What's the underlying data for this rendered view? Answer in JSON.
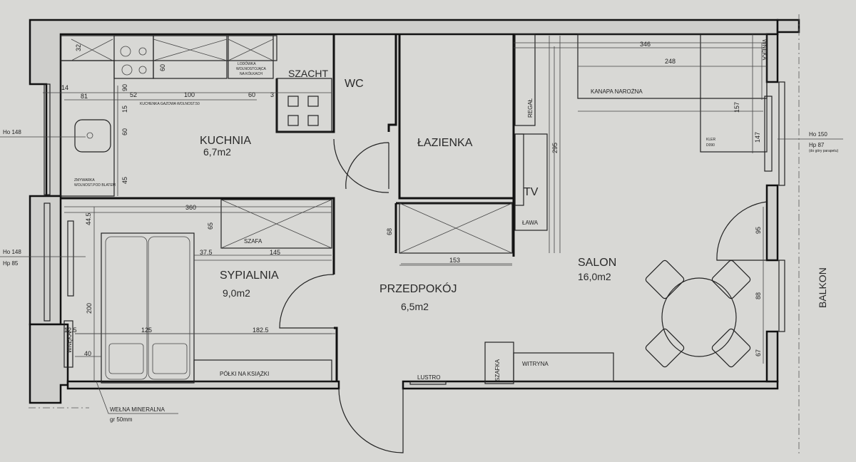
{
  "rooms": {
    "kitchen": {
      "name": "KUCHNIA",
      "area": "6,7m2"
    },
    "wc": {
      "name": "WC"
    },
    "bathroom": {
      "name": "ŁAZIENKA"
    },
    "bedroom": {
      "name": "SYPIALNIA",
      "area": "9,0m2"
    },
    "hall": {
      "name": "PRZEDPOKÓJ",
      "area": "6,5m2"
    },
    "living": {
      "name": "SALON",
      "area": "16,0m2"
    },
    "shaft": {
      "name": "SZACHT"
    },
    "balcony": {
      "name": "BALKON"
    }
  },
  "furniture": {
    "fridge": [
      "LODÓWKA",
      "WOLNOSTOJĄCA",
      "NA KÓŁKACH"
    ],
    "stove": "KUCHENKA GAZOWA WOLNOST.50",
    "dishwasher": [
      "ZMYWARKA",
      "WOLNOST.POD BLATEM"
    ],
    "wardrobe": "SZAFA",
    "shelves": "PÓŁKI NA KSIĄŻKI",
    "niche": "WNĘKA",
    "shelf_unit": "REGAŁ",
    "tv": "TV",
    "bench": "ŁAWA",
    "sofa": "KANAPA NAROŻNA",
    "heater": [
      "KLER",
      "D090"
    ],
    "cabinet": "SZAFKA",
    "display_case": "WITRYNA",
    "mirror": "LUSTRO",
    "insulation": [
      "WEŁNA MINERALNA",
      "gr 50mm"
    ]
  },
  "windows": {
    "kitchen": {
      "ho": "Ho 148"
    },
    "bedroom": {
      "ho": "Ho 148",
      "hp": "Hp 85"
    },
    "living": {
      "ho": "Ho 150",
      "hp": "Hp 87",
      "note": "(do góry parapetu)"
    }
  },
  "dimensions": {
    "kitchen": [
      "32",
      "60",
      "14",
      "81",
      "52",
      "100",
      "60",
      "3",
      "90",
      "15",
      "60",
      "45"
    ],
    "bedroom": [
      "360",
      "44.5",
      "65",
      "37.5",
      "145",
      "200",
      "12.5",
      "125",
      "182.5",
      "40"
    ],
    "hall": [
      "68",
      "153"
    ],
    "living": [
      "346",
      "248",
      "157",
      "147",
      "295",
      "95",
      "88",
      "67"
    ]
  }
}
